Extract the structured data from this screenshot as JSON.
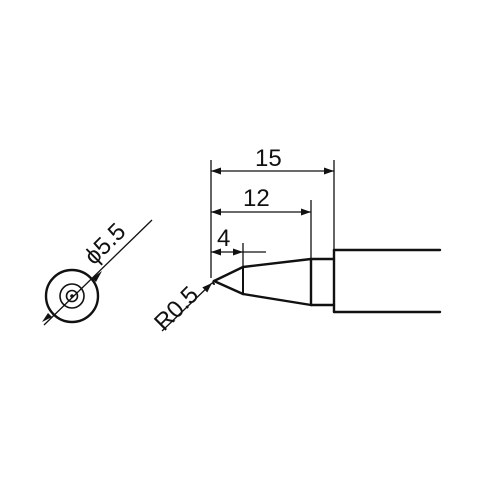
{
  "drawing": {
    "ink_color": "#111111",
    "background_color": "#ffffff",
    "dimensions": {
      "overall_length": "15",
      "taper_length": "12",
      "point_length": "4",
      "tip_radius": "R0.5",
      "diameter": "ϕ5.5"
    }
  }
}
